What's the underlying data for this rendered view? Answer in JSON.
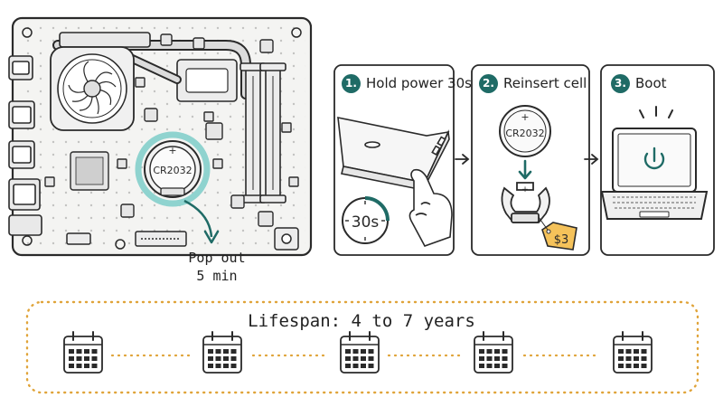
{
  "motherboard": {
    "battery_label": "CR2032",
    "battery_symbol": "+",
    "action_line1": "Pop out",
    "action_line2": "5 min"
  },
  "steps": [
    {
      "number": "1.",
      "label": "Hold power 30s",
      "badge_text": "30s"
    },
    {
      "number": "2.",
      "label": "Reinsert cell",
      "cell_label": "CR2032",
      "cell_symbol": "+",
      "price": "$3"
    },
    {
      "number": "3.",
      "label": "Boot"
    }
  ],
  "lifespan": {
    "title": "Lifespan: 4 to 7 years",
    "calendar_count": 5
  },
  "colors": {
    "accent_teal": "#1f6b66",
    "halo_teal": "#8fd3cf",
    "dotted_gold": "#e0a43a",
    "price_tag": "#f5c25a",
    "ink": "#2a2a2a"
  },
  "icons": [
    "fan-icon",
    "coin-cell-icon",
    "laptop-icon",
    "timer-icon",
    "finger-icon",
    "battery-holder-icon",
    "price-tag-icon",
    "power-icon",
    "calendar-icon"
  ]
}
